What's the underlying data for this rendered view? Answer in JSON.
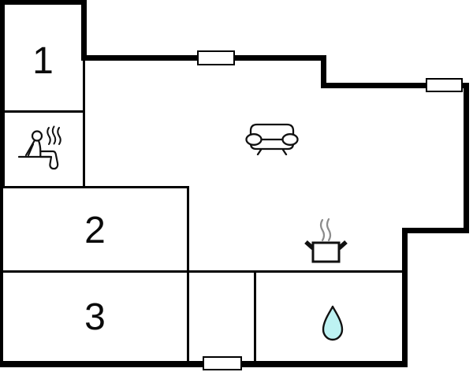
{
  "plan": {
    "title": "apartment-floorplan",
    "rooms": [
      {
        "label": "1"
      },
      {
        "label": "2"
      },
      {
        "label": "3"
      }
    ],
    "icons": [
      {
        "name": "sauna-icon"
      },
      {
        "name": "sofa-icon"
      },
      {
        "name": "cooking-pot-icon"
      },
      {
        "name": "water-drop-icon"
      }
    ],
    "window_count": "3",
    "colors": {
      "background": "#ffffff",
      "wall": "#000000",
      "icon_stroke": "#111111",
      "steam_gray": "#8c8c8c",
      "water_drop_fill": "#bdf2f2"
    }
  }
}
